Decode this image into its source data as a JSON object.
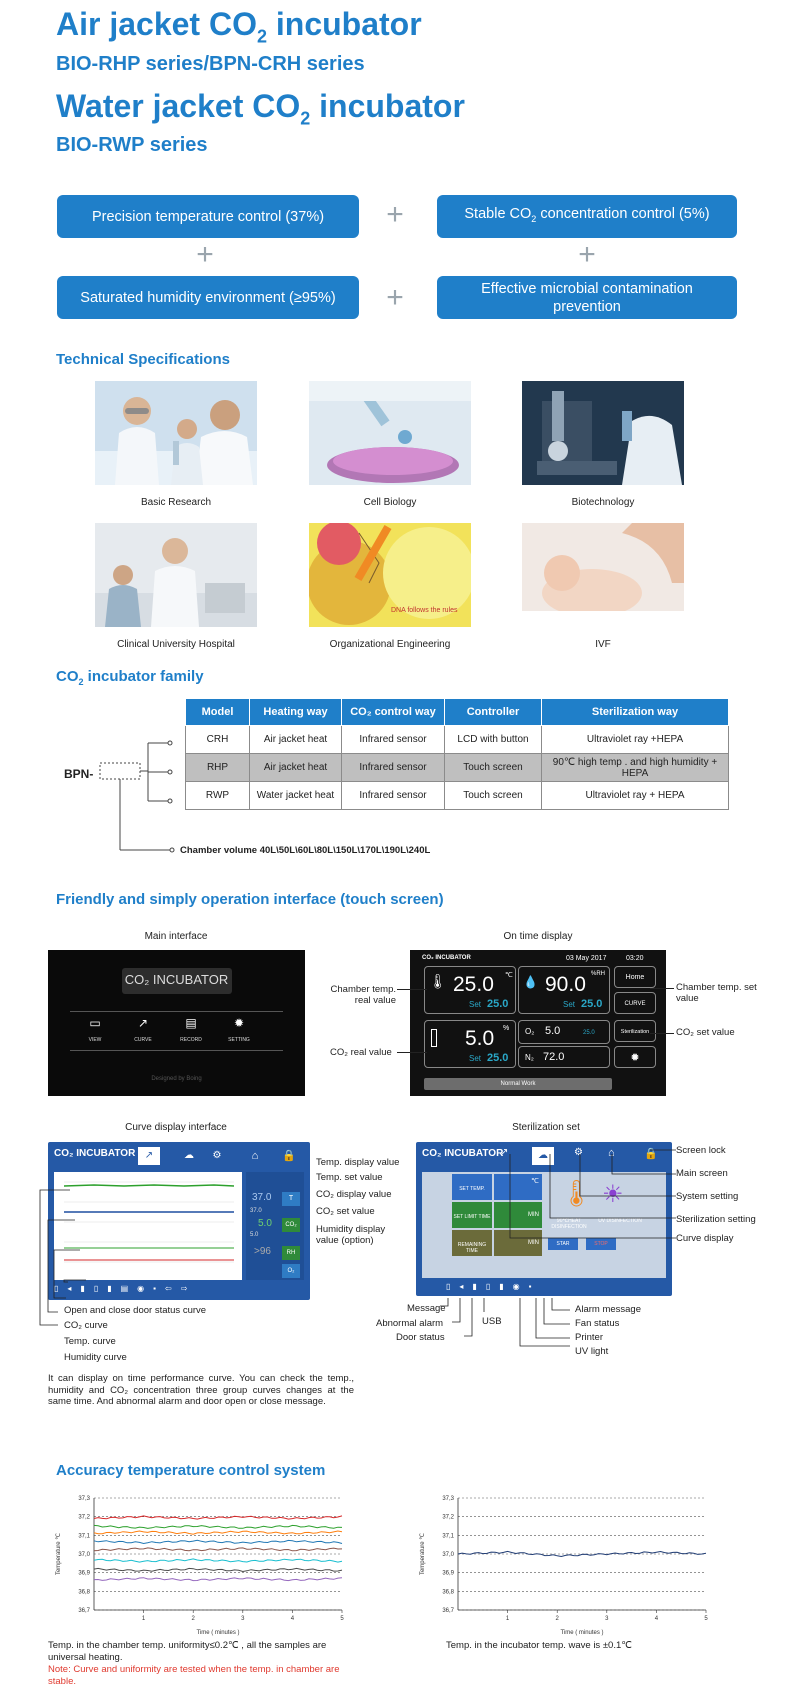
{
  "header": {
    "title1_pre": "Air jacket CO",
    "title1_sub": "2",
    "title1_post": " incubator",
    "subtitle1": "BIO-RHP series/BPN-CRH series",
    "title2_pre": "Water jacket CO",
    "title2_sub": "2",
    "title2_post": " incubator",
    "subtitle2": "BIO-RWP series"
  },
  "features": {
    "f1": "Precision temperature control (37%)",
    "f2_pre": "Stable CO",
    "f2_sub": "2",
    "f2_post": " concentration control (5%)",
    "f3": "Saturated humidity environment (≥95%)",
    "f4": "Effective microbial contamination prevention",
    "plus": "+"
  },
  "tech_specs": {
    "heading": "Technical Specifications",
    "captions": [
      "Basic Research",
      "Cell Biology",
      "Biotechnology",
      "Clinical University Hospital",
      "Organizational Engineering",
      "IVF"
    ],
    "photo_text": "DNA follows the rules"
  },
  "family": {
    "heading_pre": "CO",
    "heading_sub": "2",
    "heading_post": " incubator family",
    "prefix": "BPN-",
    "headers": [
      "Model",
      "Heating way",
      "CO₂ control way",
      "Controller",
      "Sterilization way"
    ],
    "rows": [
      [
        "CRH",
        "Air jacket heat",
        "Infrared sensor",
        "LCD with button",
        "Ultraviolet ray +HEPA"
      ],
      [
        "RHP",
        "Air jacket heat",
        "Infrared sensor",
        "Touch screen",
        "90℃ high temp . and high humidity + HEPA"
      ],
      [
        "RWP",
        "Water jacket heat",
        "Infrared sensor",
        "Touch screen",
        "Ultraviolet ray + HEPA"
      ]
    ],
    "chamber_volume": "Chamber volume 40L\\50L\\60L\\80L\\150L\\170L\\190L\\240L"
  },
  "interface": {
    "heading": "Friendly and simply operation interface (touch screen)",
    "main": {
      "caption": "Main interface",
      "title": "CO₂ INCUBATOR",
      "icons": [
        "VIEW",
        "CURVE",
        "RECORD",
        "SETTING"
      ],
      "footer": "Designed by Boing"
    },
    "ontime": {
      "caption": "On time display",
      "brand": "CO₂ INCUBATOR",
      "date": "03 May 2017",
      "time": "03:20",
      "temp_value": "25.0",
      "temp_unit": "℃",
      "temp_set": "25.0",
      "hum_value": "90.0",
      "hum_unit": "%RH",
      "hum_set": "25.0",
      "co2_value": "5.0",
      "co2_unit": "%",
      "co2_set": "25.0",
      "o2_label": "O₂",
      "o2_value": "5.0",
      "o2_set": "25.0",
      "n2_label": "N₂",
      "n2_value": "72.0",
      "set_label": "Set",
      "btn_home": "Home",
      "btn_curve": "CURVE",
      "btn_steril": "Sterilization",
      "status": "Normal Work",
      "label_chamber_real": "Chamber temp. real value",
      "label_co2_real": "CO₂ real value",
      "label_chamber_set": "Chamber temp. set value",
      "label_co2_set": "CO₂ set value"
    },
    "curve": {
      "caption": "Curve display interface",
      "brand": "CO₂ INCUBATOR",
      "temp_display": "37.0",
      "co2_display": "5.0",
      "hum_display": ">96",
      "set_temp": "37.0",
      "set_co2": "5.0",
      "labels": [
        "Temp. display value",
        "Temp. set value",
        "CO₂ display value",
        "CO₂ set value",
        "Humidity display value (option)"
      ],
      "bottom_labels": [
        "Open and close door status curve",
        "CO₂ curve",
        "Temp. curve",
        "Humidity curve"
      ],
      "description": "It can display on time performance curve. You can check the temp., humidity and CO₂ concentration three group curves changes at the same time. And abnormal alarm and door open or close message."
    },
    "steril": {
      "caption": "Sterilization set",
      "brand": "CO₂ INCUBATOR",
      "heat_label": "90℃HEAT DISINFECTION",
      "uv_label": "UV DISINFECTION",
      "start": "STAR",
      "stop": "STOP",
      "min": "MIN",
      "right_labels": [
        "Screen lock",
        "Main screen",
        "System setting",
        "Sterilization setting",
        "Curve display"
      ],
      "bottom_labels_left": [
        "Message",
        "Abnormal alarm",
        "Door status"
      ],
      "usb": "USB",
      "bottom_labels_right": [
        "Alarm message",
        "Fan status",
        "Printer",
        "UV light"
      ]
    }
  },
  "accuracy": {
    "heading": "Accuracy temperature control system",
    "caption1": "Temp. in the chamber temp. uniformity≤0.2℃ , all the samples are universal heating.",
    "note": "Note: Curve and uniformity are tested when the temp. in chamber are stable.",
    "caption2": "Temp. in the incubator temp. wave is ±0.1℃"
  },
  "chart_data": [
    {
      "type": "line",
      "xlabel": "Time ( minutes )",
      "ylabel": "Temperature ℃",
      "x_ticks": [
        1,
        2,
        3,
        4,
        5
      ],
      "y_ticks": [
        "37,3",
        "37,2",
        "37,1",
        "37,0",
        "36,9",
        "36,8",
        "36,7"
      ],
      "ylim": [
        36.7,
        37.3
      ],
      "xlim": [
        0,
        5
      ],
      "series": [
        {
          "color": "#d62728",
          "values": [
            37.19,
            37.2,
            37.19,
            37.2,
            37.19,
            37.2
          ]
        },
        {
          "color": "#2ca02c",
          "values": [
            37.15,
            37.14,
            37.15,
            37.14,
            37.15,
            37.14
          ]
        },
        {
          "color": "#ff7f0e",
          "values": [
            37.11,
            37.12,
            37.11,
            37.12,
            37.11,
            37.12
          ]
        },
        {
          "color": "#1f77b4",
          "values": [
            37.07,
            37.06,
            37.07,
            37.06,
            37.07,
            37.06
          ]
        },
        {
          "color": "#8c564b",
          "values": [
            37.02,
            37.03,
            37.02,
            37.03,
            37.02,
            37.03
          ]
        },
        {
          "color": "#17becf",
          "values": [
            36.97,
            36.96,
            36.97,
            36.96,
            36.97,
            36.96
          ]
        },
        {
          "color": "#4b4b4b",
          "values": [
            36.92,
            36.91,
            36.92,
            36.91,
            36.92,
            36.91
          ]
        },
        {
          "color": "#9467bd",
          "values": [
            36.86,
            36.87,
            36.86,
            36.87,
            36.86,
            36.87
          ]
        }
      ],
      "grid": true
    },
    {
      "type": "line",
      "xlabel": "Time ( minutes )",
      "ylabel": "Temperature ℃",
      "x_ticks": [
        1,
        2,
        3,
        4,
        5
      ],
      "y_ticks": [
        "37,3",
        "37,2",
        "37,1",
        "37,0",
        "36,9",
        "36,8",
        "36,7"
      ],
      "ylim": [
        36.7,
        37.3
      ],
      "xlim": [
        0,
        5
      ],
      "series": [
        {
          "color": "#1f3b73",
          "values": [
            37.0,
            37.01,
            36.99,
            37.0,
            37.01,
            37.0
          ]
        }
      ],
      "grid": true
    }
  ]
}
